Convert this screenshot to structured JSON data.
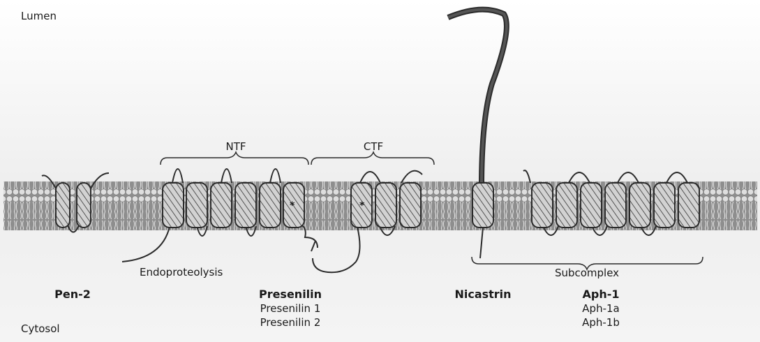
{
  "regions": {
    "lumen": "Lumen",
    "cytosol": "Cytosol"
  },
  "fragments": {
    "ntf": "NTF",
    "ctf": "CTF"
  },
  "process": {
    "endoproteolysis": "Endoproteolysis",
    "subcomplex": "Subcomplex"
  },
  "marker": "*",
  "proteins": {
    "pen2": {
      "name": "Pen-2"
    },
    "presenilin": {
      "name": "Presenilin",
      "variants": [
        "Presenilin 1",
        "Presenilin 2"
      ]
    },
    "nicastrin": {
      "name": "Nicastrin"
    },
    "aph1": {
      "name": "Aph-1",
      "variants": [
        "Aph-1a",
        "Aph-1b"
      ]
    }
  },
  "colors": {
    "helix_fill": "#c9c9c9",
    "membrane_band": "#9a9a9a",
    "lipid_head": "#e2e2e2",
    "line": "#2b2b2b",
    "nicastrin_stalk": "#555555"
  }
}
